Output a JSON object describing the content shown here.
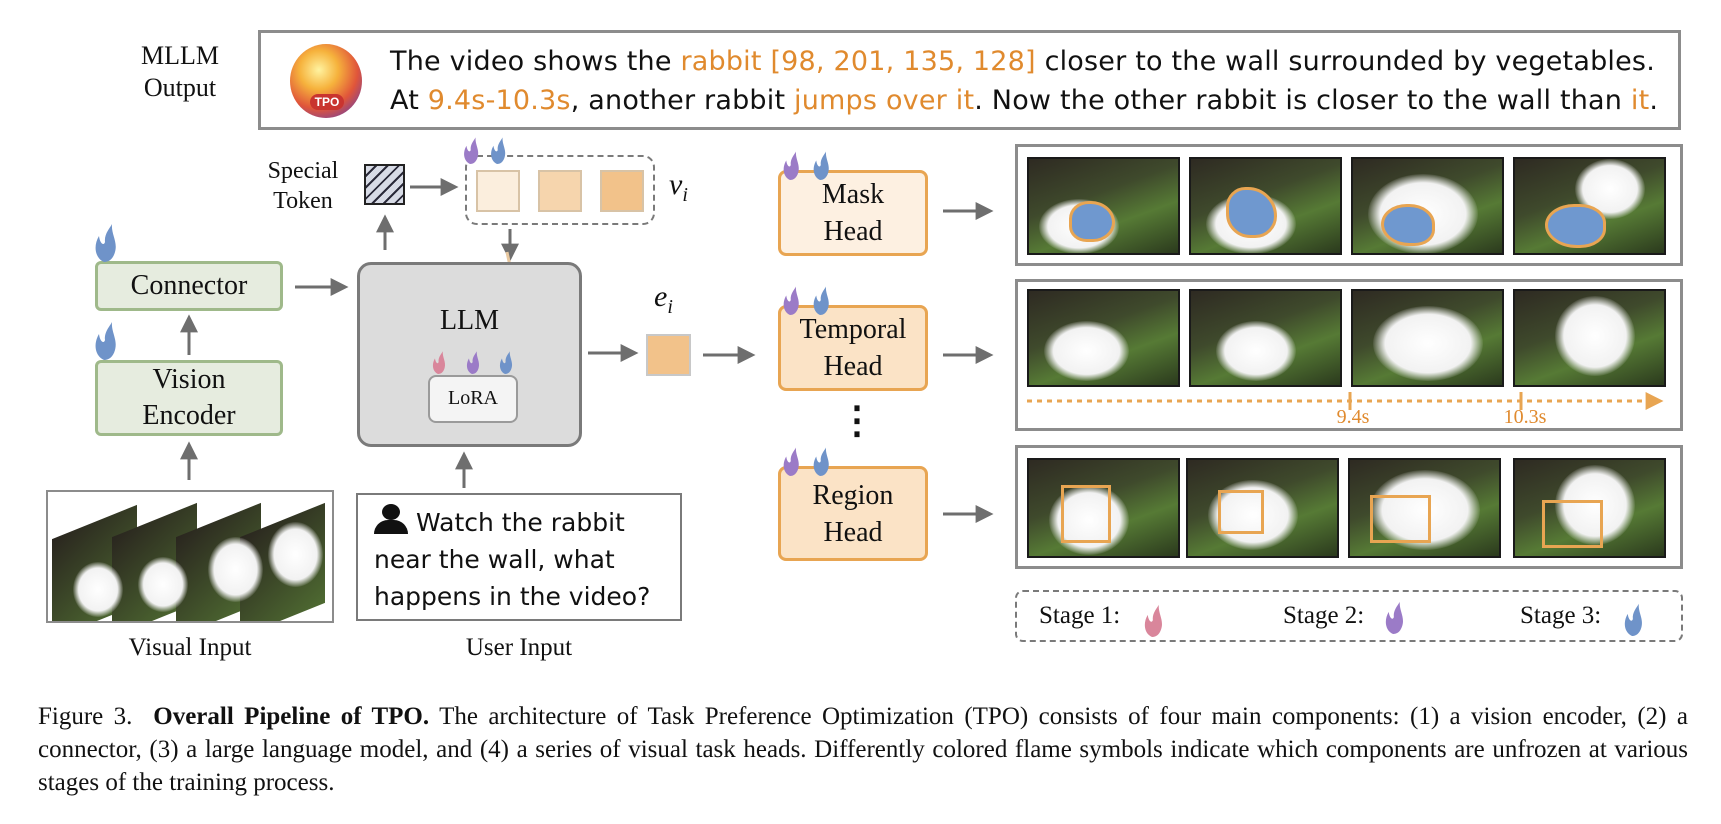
{
  "output": {
    "label": "MLLM\nOutput",
    "segments": [
      {
        "text": "The video shows the ",
        "hl": false
      },
      {
        "text": "rabbit [98, 201, 135, 128]",
        "hl": true
      },
      {
        "text": " closer to the wall surrounded by vegetables. At ",
        "hl": false
      },
      {
        "text": "9.4s-10.3s",
        "hl": true
      },
      {
        "text": ", another rabbit ",
        "hl": false
      },
      {
        "text": "jumps over it",
        "hl": true
      },
      {
        "text": ". Now the other rabbit is closer to the wall than ",
        "hl": false
      },
      {
        "text": "it",
        "hl": true
      },
      {
        "text": ".",
        "hl": false
      }
    ],
    "logo_text": "TPO"
  },
  "labels": {
    "special_token": "Special\nToken",
    "v_i": "v",
    "v_sub": "i",
    "e_i": "e",
    "e_sub": "i",
    "connector": "Connector",
    "vision_encoder": "Vision\nEncoder",
    "llm": "LLM",
    "lora": "LoRA",
    "user_prompt": "Watch the rabbit near the wall, what happens in the video?",
    "visual_input": "Visual Input",
    "user_input": "User Input",
    "mask_head": "Mask\nHead",
    "temporal_head": "Temporal\nHead",
    "region_head": "Region\nHead",
    "ellipsis": "⋮",
    "time_1": "9.4s",
    "time_2": "10.3s"
  },
  "legend": {
    "stage1": "Stage 1:",
    "stage2": "Stage 2:",
    "stage3": "Stage 3:"
  },
  "caption": {
    "prefix": "Figure 3.",
    "bold": "Overall Pipeline of TPO.",
    "text": "The architecture of Task Preference Optimization (TPO) consists of four main components: (1) a vision encoder, (2) a connector, (3) a large language model, and (4) a series of visual task heads. Differently colored flame symbols indicate which components are unfrozen at various stages of the training process."
  },
  "colors": {
    "highlight": "#e08a2e",
    "stage1_flame": "#d9869b",
    "stage2_flame": "#9b7bc7",
    "stage3_flame": "#6f93c9",
    "head_fill": "#fbe3c6",
    "head_border": "#e8a552",
    "green_fill": "#e6ecdf",
    "green_border": "#9fb98a"
  }
}
